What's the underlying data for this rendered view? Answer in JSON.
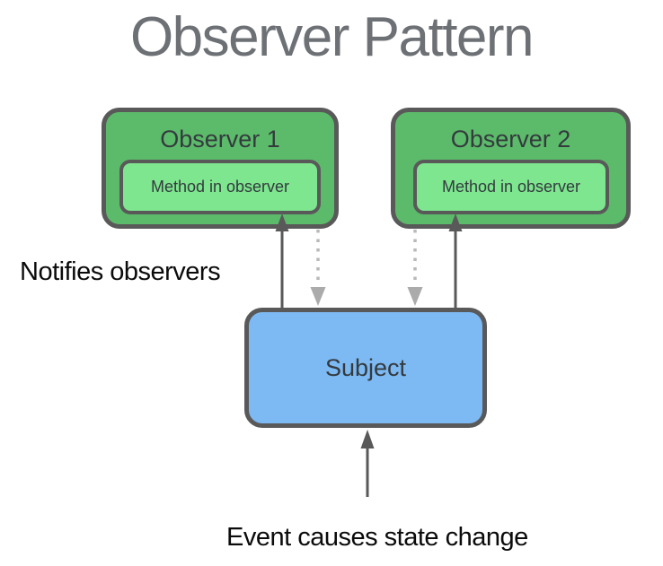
{
  "title": "Observer Pattern",
  "colors": {
    "title_text": "#6d7175",
    "node_border": "#595959",
    "node_text": "#343a3e",
    "observer_fill": "#5cbb6a",
    "method_fill": "#7de68f",
    "subject_fill": "#7db9f2",
    "solid_arrow": "#595959",
    "dotted_arrow": "#b9b9b9",
    "dotted_arrow_head": "#ababab",
    "label_text": "#0b0b0b"
  },
  "nodes": {
    "observer1": {
      "label": "Observer 1",
      "method_label": "Method in observer"
    },
    "observer2": {
      "label": "Observer 2",
      "method_label": "Method in observer"
    },
    "subject": {
      "label": "Subject"
    }
  },
  "annotations": {
    "notifies": "Notifies observers",
    "event": "Event causes state change"
  }
}
